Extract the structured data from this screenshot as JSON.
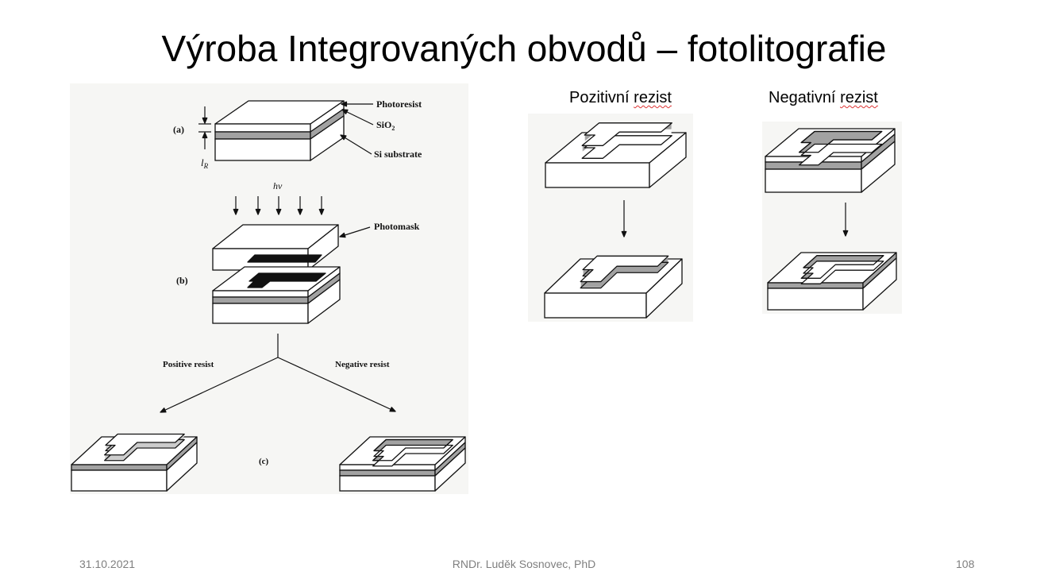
{
  "slide": {
    "title": "Výroba Integrovaných obvodů – fotolitografie",
    "footer": {
      "date": "31.10.2021",
      "author": "RNDr. Luděk Sosnovec, PhD",
      "page": "108"
    }
  },
  "left_figure": {
    "label_a": "(a)",
    "label_b": "(b)",
    "label_c": "(c)",
    "photoresist": "Photoresist",
    "sio2": "SiO",
    "sio2_sub": "2",
    "si_substrate": "Si substrate",
    "thickness": "l",
    "thickness_sub": "R",
    "light": "hν",
    "photomask": "Photomask",
    "positive": "Positive resist",
    "negative": "Negative resist"
  },
  "right_figure": {
    "positive_heading_1": "Pozitivní ",
    "positive_heading_2": "rezist",
    "negative_heading_1": "Negativní ",
    "negative_heading_2": "rezist"
  },
  "colors": {
    "oxide": "#a2a2a2",
    "mask": "#111111",
    "panel": "#f6f6f4"
  }
}
